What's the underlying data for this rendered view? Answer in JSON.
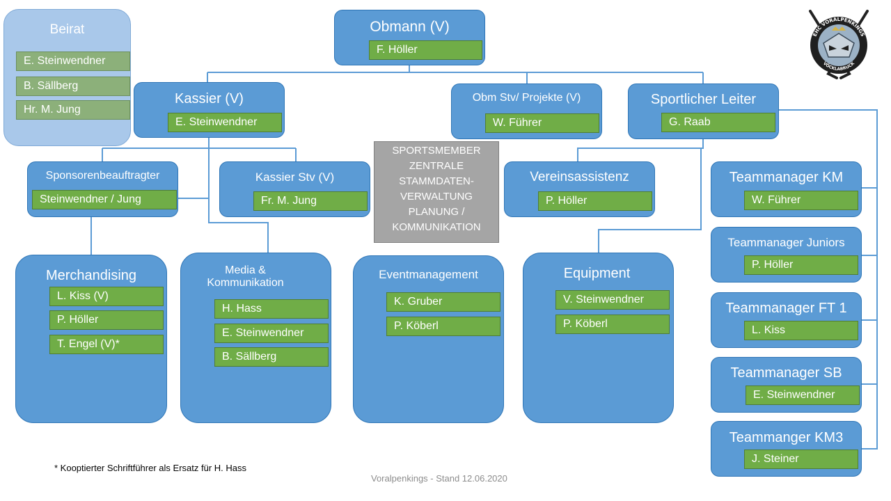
{
  "boxes": {
    "beirat": {
      "title": "Beirat",
      "members": [
        "E. Steinwendner",
        "B. Sällberg",
        "Hr. M. Jung"
      ]
    },
    "obmann": {
      "title": "Obmann (V)",
      "members": [
        "F. Höller"
      ]
    },
    "kassier": {
      "title": "Kassier (V)",
      "members": [
        "E. Steinwendner"
      ]
    },
    "obm_stv": {
      "title": "Obm Stv/ Projekte (V)",
      "members": [
        "W. Führer"
      ]
    },
    "sportlicher_leiter": {
      "title": "Sportlicher Leiter",
      "members": [
        "G. Raab"
      ]
    },
    "sponsoren": {
      "title": "Sponsorenbeauftragter",
      "members": [
        "Steinwendner / Jung"
      ]
    },
    "kassier_stv": {
      "title": "Kassier Stv (V)",
      "members": [
        "Fr. M. Jung"
      ]
    },
    "vereinsassistenz": {
      "title": "Vereinsassistenz",
      "members": [
        "P. Höller"
      ]
    },
    "merchandising": {
      "title": "Merchandising",
      "members": [
        "L. Kiss (V)",
        "P. Höller",
        "T. Engel (V)*"
      ]
    },
    "media": {
      "title": "Media &\nKommunikation",
      "members": [
        "H. Hass",
        "E. Steinwendner",
        "B. Sällberg"
      ]
    },
    "eventmanagement": {
      "title": "Eventmanagement",
      "members": [
        "K. Gruber",
        "P. Köberl"
      ]
    },
    "equipment": {
      "title": "Equipment",
      "members": [
        "V. Steinwendner",
        "P. Köberl"
      ]
    },
    "tm_km": {
      "title": "Teammanager KM",
      "members": [
        "W. Führer"
      ]
    },
    "tm_juniors": {
      "title": "Teammanager  Juniors",
      "members": [
        "P. Höller"
      ]
    },
    "tm_ft1": {
      "title": "Teammanager FT 1",
      "members": [
        "L. Kiss"
      ]
    },
    "tm_sb": {
      "title": "Teammanager SB",
      "members": [
        "E. Steinwendner"
      ]
    },
    "tm_km3": {
      "title": "Teammanger KM3",
      "members": [
        "J. Steiner"
      ]
    }
  },
  "sportsmember": "SPORTSMEMBER\nZENTRALE\nSTAMMDATEN-\nVERWALTUNG\nPLANUNG /\nKOMMUNIKATION",
  "footnote": "* Kooptierter  Schriftführer  als Ersatz für H. Hass",
  "footer": "Voralpenkings - Stand 12.06.2020",
  "logo": {
    "top_text": "EHC VORALPENKINGS",
    "bottom_text": "VÖCKLABRUCK",
    "icon": "club-logo-icon"
  },
  "colors": {
    "box": "#5b9bd5",
    "name": "#70ad47",
    "line": "#5b9bd5",
    "gray": "#a5a5a5"
  }
}
